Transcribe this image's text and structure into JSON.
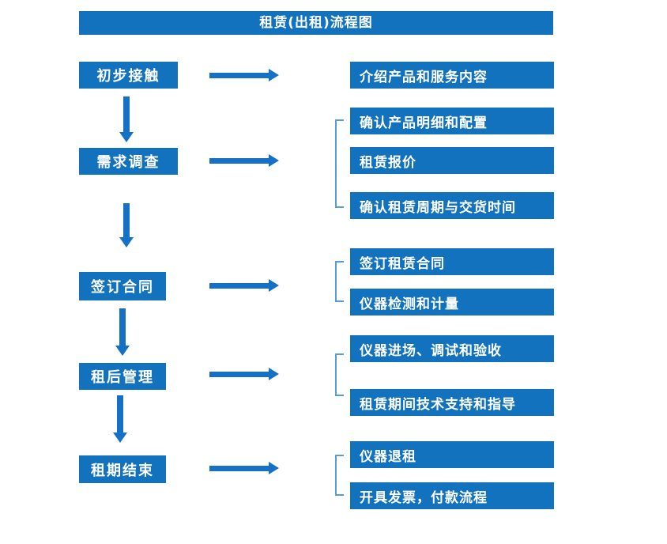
{
  "title": "租赁(出租)流程图",
  "colors": {
    "box_blue": "#1272BE",
    "arrow_blue": "#1471C6",
    "bracket_blue": "#5B9BD5",
    "text_white": "#FFFFFF",
    "background": "#FFFFFF"
  },
  "flow": [
    {
      "step": "初步接触",
      "details": [
        "介绍产品和服务内容"
      ]
    },
    {
      "step": "需求调查",
      "details": [
        "确认产品明细和配置",
        "租赁报价",
        "确认租赁周期与交货时间"
      ]
    },
    {
      "step": "签订合同",
      "details": [
        "签订租赁合同",
        "仪器检测和计量"
      ]
    },
    {
      "step": "租后管理",
      "details": [
        "仪器进场、调试和验收",
        "租赁期间技术支持和指导"
      ]
    },
    {
      "step": "租期结束",
      "details": [
        "仪器退租",
        "开具发票，付款流程"
      ]
    }
  ]
}
